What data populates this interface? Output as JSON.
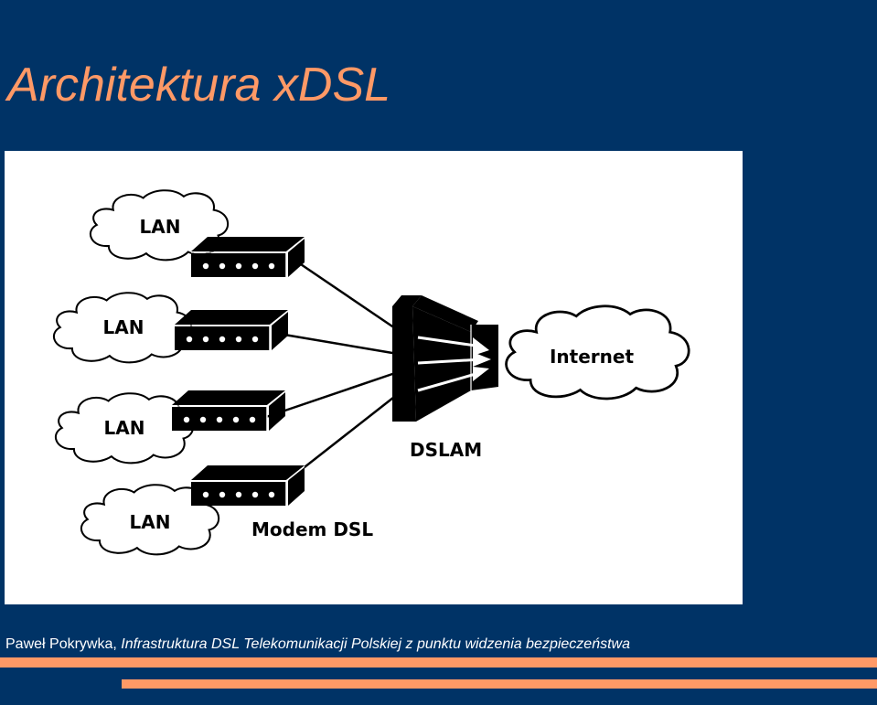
{
  "slide": {
    "title": "Architektura xDSL"
  },
  "diagram": {
    "lans": [
      "LAN",
      "LAN",
      "LAN",
      "LAN"
    ],
    "modem_label": "Modem DSL",
    "dslam_label": "DSLAM",
    "internet_label": "Internet"
  },
  "footer": {
    "author": "Paweł Pokrywka, ",
    "course": "Infrastruktura DSL Telekomunikacji Polskiej z punktu widzenia bezpieczeństwa"
  },
  "colors": {
    "background": "#003366",
    "accent": "#ff9966",
    "panel": "#ffffff"
  },
  "icons": [
    "cloud-icon",
    "modem-icon",
    "dslam-icon"
  ]
}
